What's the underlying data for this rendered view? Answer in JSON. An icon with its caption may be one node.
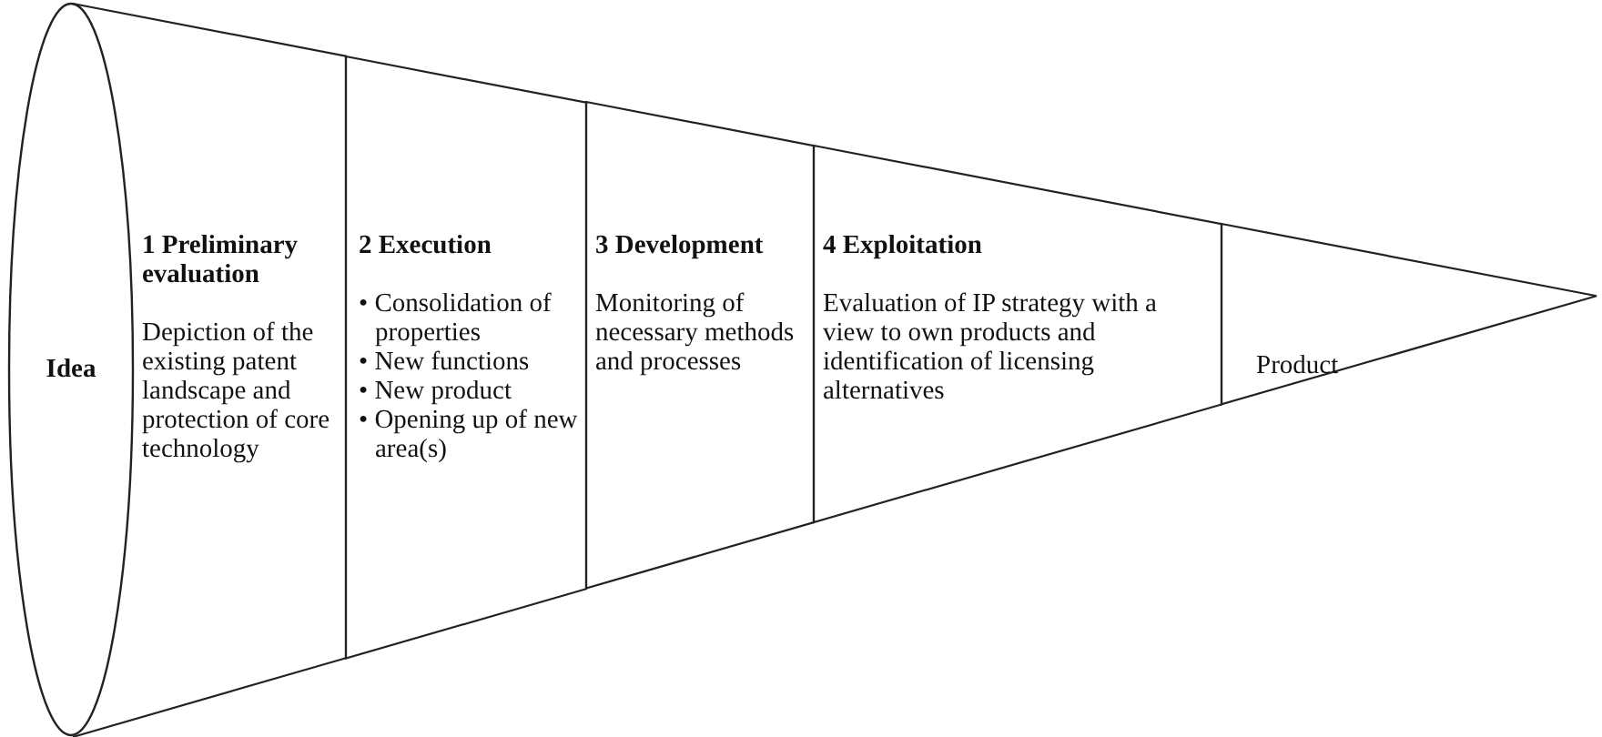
{
  "diagram": {
    "nodes": [
      {
        "text": [
          "Idea"
        ]
      },
      {
        "text": [
          "1 Preliminary evaluation",
          "Depiction of the existing patent landscape and protection of core technology"
        ]
      },
      {
        "text": [
          "2 Execution",
          "• Consolidation of properties",
          "• New functions",
          "• New product",
          "• Opening up of new area(s)"
        ]
      },
      {
        "text": [
          "3 Development",
          "Monitoring of necessary methods and processes"
        ]
      },
      {
        "text": [
          "4 Exploitation",
          "Evaluation of IP strategy with a view to own products and identification of licensing alternatives"
        ]
      },
      {
        "text": [
          "Product"
        ]
      }
    ],
    "edges": []
  }
}
